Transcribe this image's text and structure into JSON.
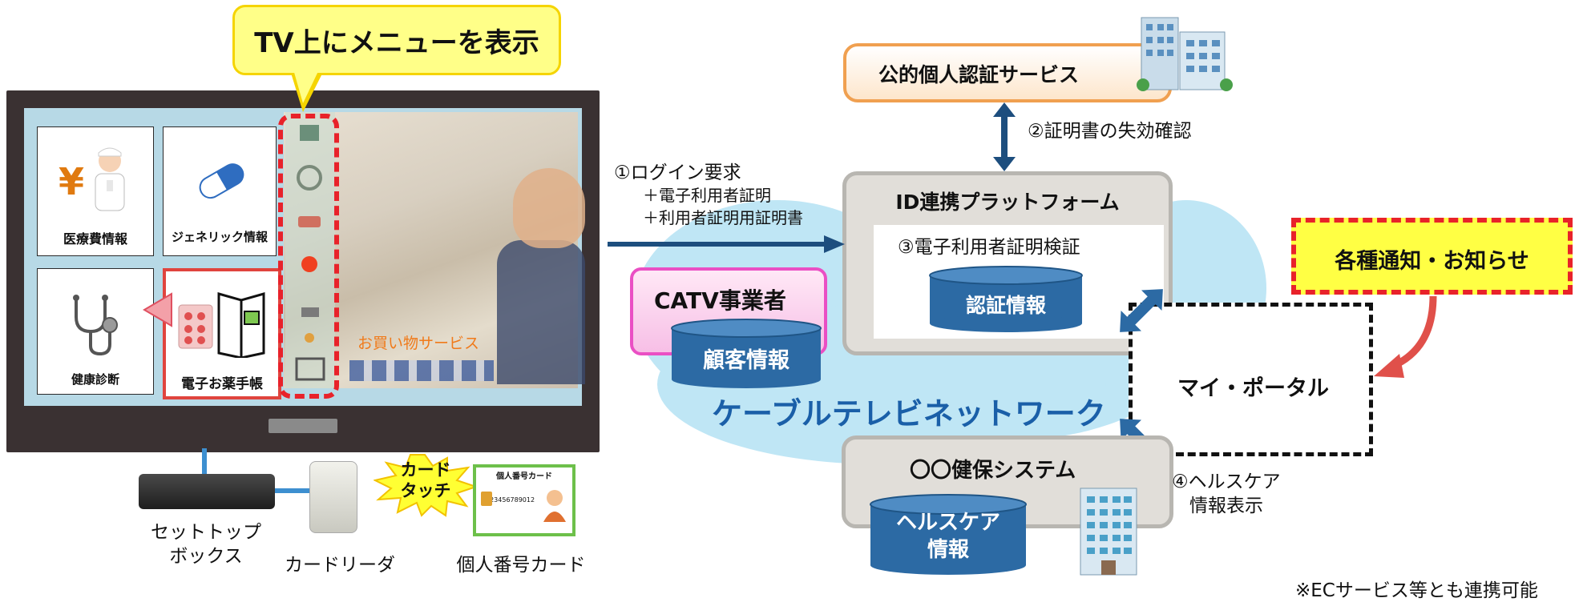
{
  "callout": "TV上にメニューを表示",
  "tv": {
    "tiles": {
      "medical_cost": "医療費情報",
      "generic": "ジェネリック情報",
      "health_check": "健康診断",
      "medicine_notebook": "電子お薬手帳"
    },
    "shopping_label": "お買い物サービス"
  },
  "devices": {
    "stb": "セットトップ\nボックス",
    "card_reader": "カードリーダ",
    "my_number_card": "個人番号カード",
    "card_touch": "カード\nタッチ",
    "card_title": "個人番号カード",
    "card_number": "123456789012"
  },
  "steps": {
    "login_line1": "①ログイン要求",
    "login_line2": "＋電子利用者証明",
    "login_line3": "＋利用者証明用証明書",
    "revocation": "②証明書の失効確認",
    "verify": "③電子利用者証明検証",
    "healthcare_line1": "④ヘルスケア",
    "healthcare_line2": "情報表示"
  },
  "boxes": {
    "public_auth": "公的個人認証サービス",
    "id_platform": "ID連携プラットフォーム",
    "auth_info": "認証情報",
    "catv": "CATV事業者",
    "customer_info": "顧客情報",
    "cable_network": "ケーブルテレビネットワーク",
    "notifications": "各種通知・お知らせ",
    "my_portal": "マイ・ポータル",
    "health_insurance": "〇〇健保システム",
    "healthcare_info": "ヘルスケア\n情報"
  },
  "footnote": "※ECサービス等とも連携可能",
  "colors": {
    "arrow_navy": "#1d4e7e",
    "red_accent": "#e8222a",
    "cloud_blue": "#bfe6f5",
    "cylinder_blue": "#2c6aa4",
    "magenta": "#ea4fc4",
    "orange": "#f0a050",
    "yellow": "#ffff44"
  }
}
